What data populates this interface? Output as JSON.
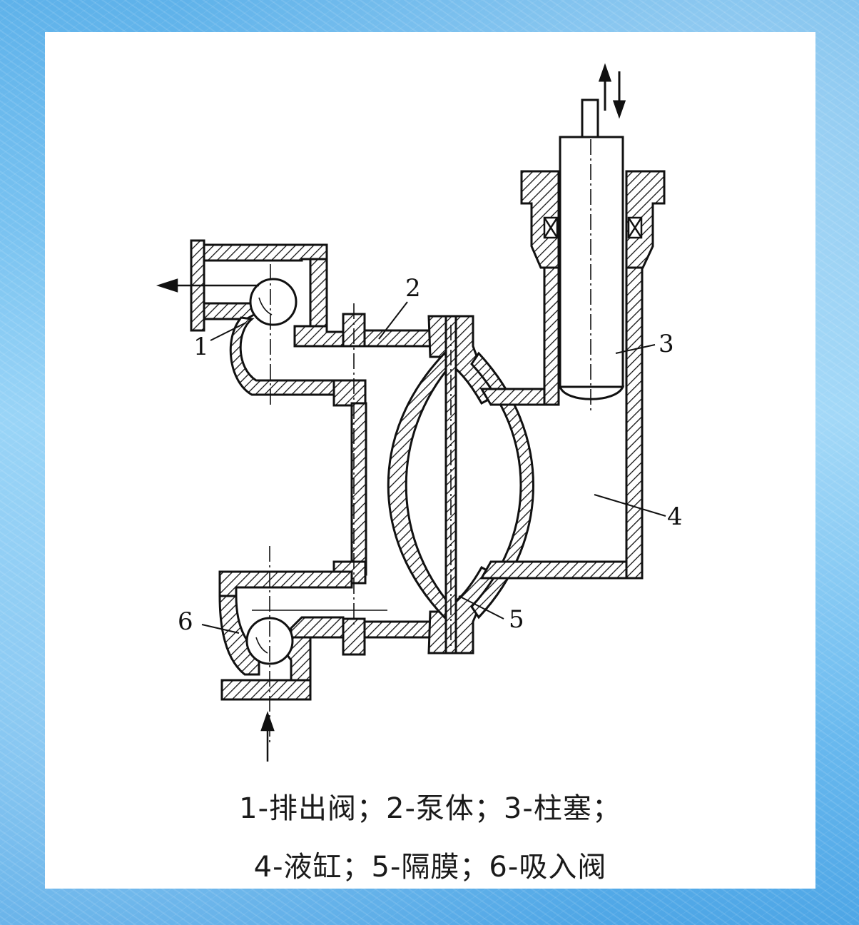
{
  "diagram": {
    "labels": [
      "1",
      "2",
      "3",
      "4",
      "5",
      "6"
    ]
  },
  "caption": {
    "line1": "1-排出阀；2-泵体；3-柱塞；",
    "line2": "4-液缸；5-隔膜；6-吸入阀"
  }
}
